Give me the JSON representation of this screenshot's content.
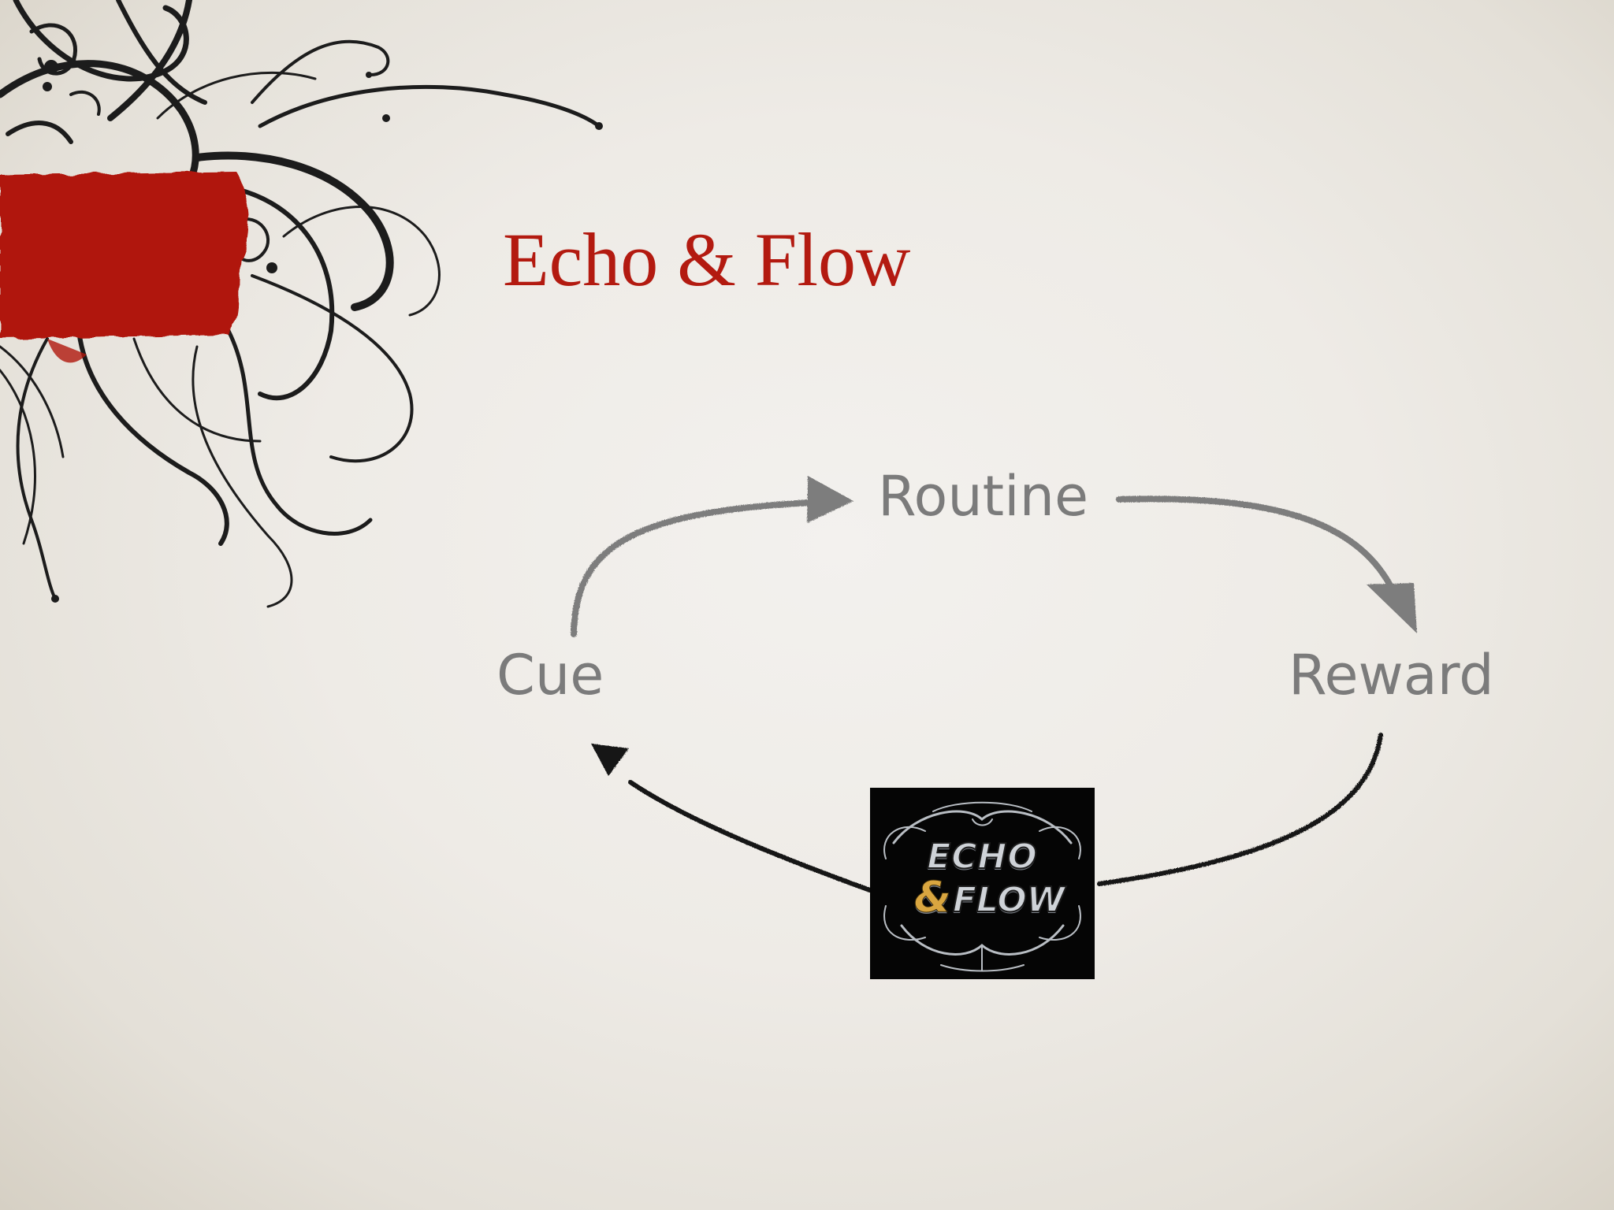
{
  "slide": {
    "title": "Echo & Flow",
    "colors": {
      "title": "#b31a10",
      "label": "#7b7b7b",
      "arrow_top": "#7d7d7d",
      "arrow_bottom": "#151515",
      "accent_red": "#b0160c",
      "background": "#eeebe6"
    }
  },
  "diagram": {
    "nodes": {
      "routine": "Routine",
      "cue": "Cue",
      "reward": "Reward"
    },
    "edges": [
      {
        "from": "cue",
        "to": "routine",
        "style": "gray-chalk"
      },
      {
        "from": "routine",
        "to": "reward",
        "style": "gray-chalk"
      },
      {
        "from": "reward",
        "to": "cue",
        "style": "black-ink"
      }
    ]
  },
  "logo": {
    "line1": "ECHO",
    "amp": "&",
    "line2": "FLOW"
  }
}
